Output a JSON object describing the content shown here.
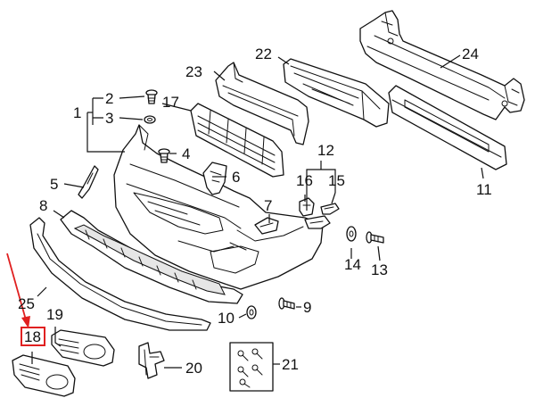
{
  "callouts": {
    "c1": "1",
    "c2": "2",
    "c3": "3",
    "c4": "4",
    "c5": "5",
    "c6": "6",
    "c7": "7",
    "c8": "8",
    "c9": "9",
    "c10": "10",
    "c11": "11",
    "c12": "12",
    "c13": "13",
    "c14": "14",
    "c15": "15",
    "c16": "16",
    "c17": "17",
    "c18": "18",
    "c19": "19",
    "c20": "20",
    "c21": "21",
    "c22": "22",
    "c23": "23",
    "c24": "24",
    "c25": "25"
  },
  "highlight": {
    "callout": "18",
    "color": "#e02020"
  },
  "colors": {
    "line": "#111111",
    "background": "#ffffff",
    "shade": "#e6e6e6"
  }
}
